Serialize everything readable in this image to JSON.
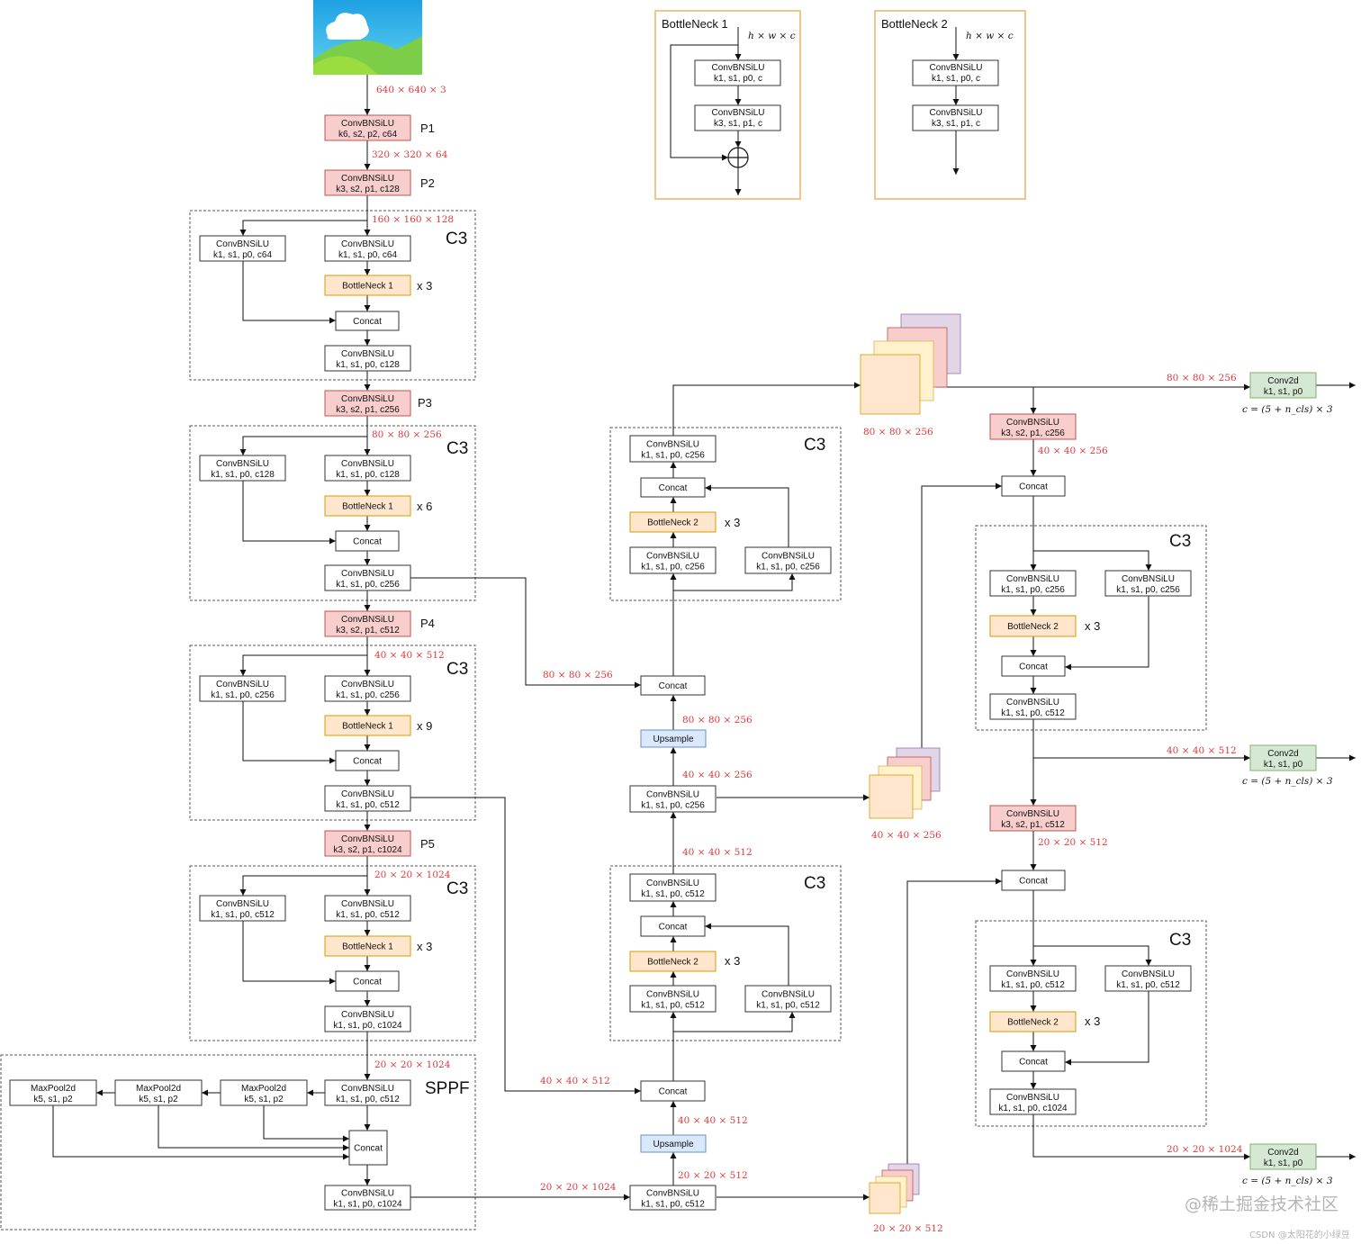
{
  "image": {
    "name": "input-image-icon"
  },
  "bottleneck1": {
    "title": "BottleNeck 1",
    "input": "h × w × c",
    "conv_a": [
      "ConvBNSiLU",
      "k1, s1, p0, c"
    ],
    "conv_b": [
      "ConvBNSiLU",
      "k3, s1, p1, c"
    ]
  },
  "bottleneck2": {
    "title": "BottleNeck 2",
    "input": "h × w × c",
    "conv_a": [
      "ConvBNSiLU",
      "k1, s1, p0, c"
    ],
    "conv_b": [
      "ConvBNSiLU",
      "k3, s1, p1, c"
    ]
  },
  "stage_tags": {
    "p1": "P1",
    "p2": "P2",
    "p3": "P3",
    "p4": "P4",
    "p5": "P5",
    "sppf": "SPPF",
    "c3": "C3"
  },
  "repeat": {
    "x3": "x 3",
    "x6": "x 6",
    "x9": "x 9"
  },
  "blocks": {
    "convbnsilu": "ConvBNSiLU",
    "concat": "Concat",
    "upsample": "Upsample",
    "conv2d": "Conv2d",
    "maxpool": "MaxPool2d",
    "bn1": "BottleNeck 1",
    "bn2": "BottleNeck 2"
  },
  "params": {
    "k6s2p2c64": "k6, s2, p2, c64",
    "k3s2p1c128": "k3, s2, p1, c128",
    "k3s2p1c256": "k3, s2, p1, c256",
    "k3s2p1c512": "k3, s2, p1, c512",
    "k3s2p1c1024": "k3, s2, p1, c1024",
    "k1c64": "k1, s1, p0, c64",
    "k1c128": "k1, s1, p0, c128",
    "k1c256": "k1, s1, p0, c256",
    "k1c512": "k1, s1, p0, c512",
    "k1c1024": "k1, s1, p0, c1024",
    "k5s1p2": "k5, s1, p2",
    "k1s1p0": "k1, s1, p0"
  },
  "shapes": {
    "s640": "640 × 640 × 3",
    "s320": "320 × 320 × 64",
    "s160": "160 × 160 × 128",
    "s80": "80 × 80 × 256",
    "s40_512": "40 × 40 × 512",
    "s40_256": "40 × 40 × 256",
    "s20_1024": "20 × 20 × 1024",
    "s20_512": "20 × 20 × 512"
  },
  "head_formula": "c = (5 + n_cls) × 3",
  "watermark": {
    "main": "@稀土掘金技术社区",
    "sub": "CSDN @太阳花的小绿豆"
  },
  "colors": {
    "red_block": "#f8cecc",
    "red_border": "#b85450",
    "orange_block": "#ffe6cc",
    "orange_border": "#d79b00",
    "blue_block": "#dae8fc",
    "blue_border": "#6c8ebf",
    "green_block": "#d5e8d4",
    "green_border": "#82b366",
    "shape_text": "#e0383a"
  }
}
